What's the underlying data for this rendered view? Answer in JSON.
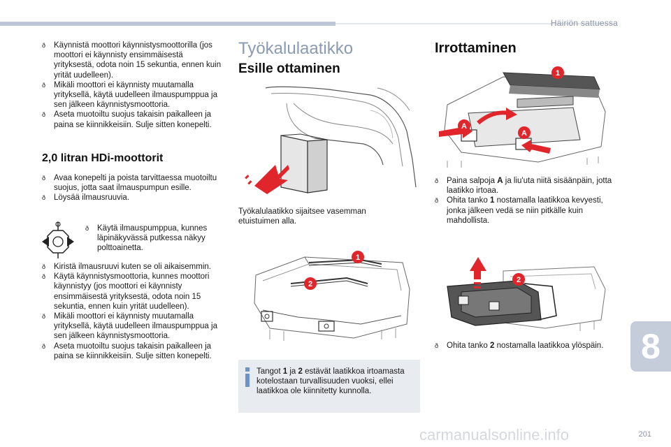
{
  "header": {
    "title": "Häiriön sattuessa"
  },
  "chapter": {
    "number": "8"
  },
  "page": {
    "number": "201"
  },
  "watermark": {
    "text": "carmanualsonline.info"
  },
  "col1": {
    "bullets_top": [
      "Käynnistä moottori käynnistysmoottorilla (jos moottori ei käynnisty ensimmäisestä yrityksestä, odota noin 15 sekuntia, ennen kuin yrität uudelleen).",
      "Mikäli moottori ei käynnisty muutamalla yrityksellä, käytä uudelleen ilmauspumppua ja sen jälkeen käynnistysmoottoria.",
      "Aseta muotoiltu suojus takaisin paikalleen ja paina se kiinnikkeisiin. Sulje sitten konepelti."
    ],
    "subhead": "2,0 litran HDi-moottorit",
    "bullets_mid": [
      "Avaa konepelti ja poista tarvittaessa muotoiltu suojus, jotta saat ilmauspumpun esille.",
      "Löysää ilmausruuvia."
    ],
    "pump_bullet": "Käytä ilmauspumppua, kunnes läpinäkyvässä putkessa näkyy polttoainetta.",
    "bullets_bottom": [
      "Kiristä ilmausruuvi kuten se oli aikaisemmin.",
      "Käytä käynnistysmoottoria, kunnes moottori käynnistyy (jos moottori ei käynnisty ensimmäisestä yrityksestä, odota noin 15 sekuntia, ennen kuin yrität uudelleen).",
      "Mikäli moottori ei käynnisty muutamalla yrityksellä, käytä uudelleen ilmauspumppua ja sen jälkeen käynnistysmoottoria.",
      "Aseta muotoiltu suojus takaisin paikalleen ja paina se kiinnikkeisiin. Sulje sitten konepelti."
    ]
  },
  "col2": {
    "title": "Työkalulaatikko",
    "subhead": "Esille ottaminen",
    "caption": "Työkalulaatikko sijaitsee vasemman etuistuimen alla.",
    "tip_pre": "Tangot ",
    "tip_b1": "1",
    "tip_mid": " ja ",
    "tip_b2": "2",
    "tip_post": " estävät laatikkoa irtoamasta kotelostaan turvallisuuden vuoksi, ellei laatikkoa ole kiinnitetty kunnolla.",
    "label_1": "1",
    "label_2": "2"
  },
  "col3": {
    "title": "Irrottaminen",
    "b1_pre": "Paina salpoja ",
    "b1_bold": "A",
    "b1_post": " ja liu'uta niitä sisäänpäin, jotta laatikko irtoaa.",
    "b2_pre": "Ohita tanko ",
    "b2_bold": "1",
    "b2_post": " nostamalla laatikkoa kevyesti, jonka jälkeen vedä se niin pitkälle kuin mahdollista.",
    "b3_pre": "Ohita tanko ",
    "b3_bold": "2",
    "b3_post": " nostamalla laatikkoa ylöspäin.",
    "label_A": "A",
    "label_1": "1",
    "label_2": "2"
  },
  "colors": {
    "callout_red": "#e0262b",
    "tab_blue": "#c5cddb",
    "title_blue": "#8a9ab3",
    "tip_bg": "#e8ebf0"
  }
}
